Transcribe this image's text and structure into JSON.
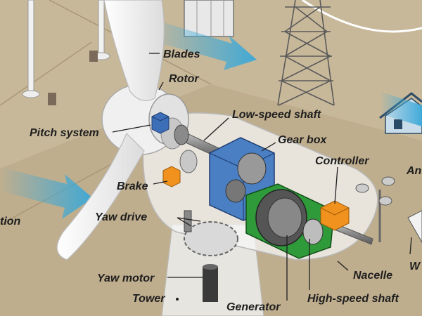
{
  "labels": {
    "blades": "Blades",
    "rotor": "Rotor",
    "low_speed_shaft": "Low-speed shaft",
    "pitch_system": "Pitch system",
    "gear_box": "Gear box",
    "controller": "Controller",
    "anemometer_partial": "An",
    "brake": "Brake",
    "yaw_drive": "Yaw drive",
    "wind_direction_partial": "tion",
    "yaw_motor": "Yaw motor",
    "tower": "Tower",
    "generator": "Generator",
    "high_speed_shaft": "High-speed shaft",
    "nacelle": "Nacelle",
    "wind_vane_partial": "W"
  },
  "colors": {
    "ground": "#c8b89a",
    "wind_arrow": "#3aa8d8",
    "gearbox_blue": "#4a7fc4",
    "generator_green": "#2f9a3a",
    "controller_orange": "#f2921e",
    "brake_orange": "#f2921e",
    "blade_white": "#f4f4f4"
  }
}
